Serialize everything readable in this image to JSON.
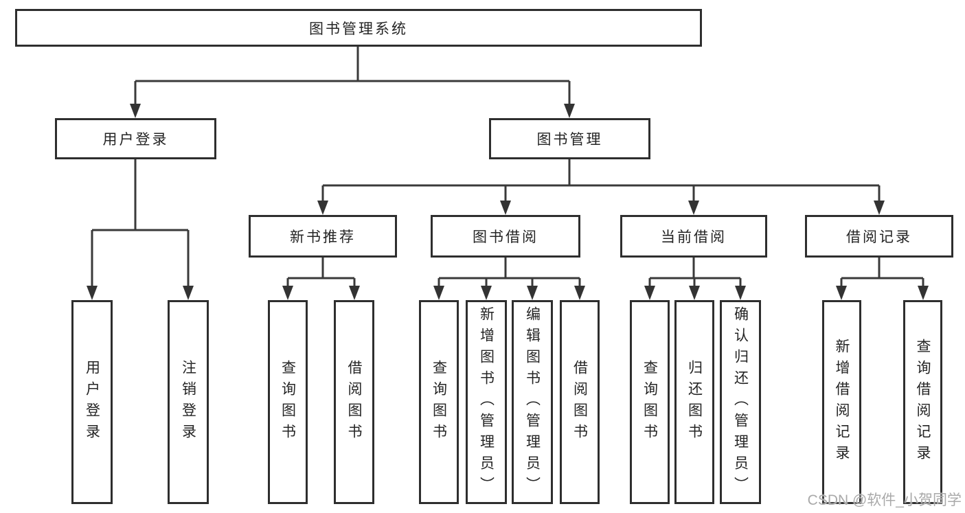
{
  "diagram_type": "functional-structure-tree",
  "tree": {
    "label": "图书管理系统",
    "children": [
      {
        "label": "用户登录",
        "children": [
          {
            "label": "用户登录"
          },
          {
            "label": "注销登录"
          }
        ]
      },
      {
        "label": "图书管理",
        "children": [
          {
            "label": "新书推荐",
            "children": [
              {
                "label": "查询图书"
              },
              {
                "label": "借阅图书"
              }
            ]
          },
          {
            "label": "图书借阅",
            "children": [
              {
                "label": "查询图书"
              },
              {
                "label": "新增图书（管理员）"
              },
              {
                "label": "编辑图书（管理员）"
              },
              {
                "label": "借阅图书"
              }
            ]
          },
          {
            "label": "当前借阅",
            "children": [
              {
                "label": "查询图书"
              },
              {
                "label": "归还图书"
              },
              {
                "label": "确认归还（管理员）"
              }
            ]
          },
          {
            "label": "借阅记录",
            "children": [
              {
                "label": "新增借阅记录"
              },
              {
                "label": "查询借阅记录"
              }
            ]
          }
        ]
      }
    ]
  },
  "watermark": {
    "text": "CSDN @软件_小贺同学"
  },
  "colors": {
    "background": "#ffffff",
    "box_border": "#2e2e2e",
    "connector_line": "#3a3a3a",
    "text": "#242424",
    "watermark": "#a9a9a9"
  }
}
